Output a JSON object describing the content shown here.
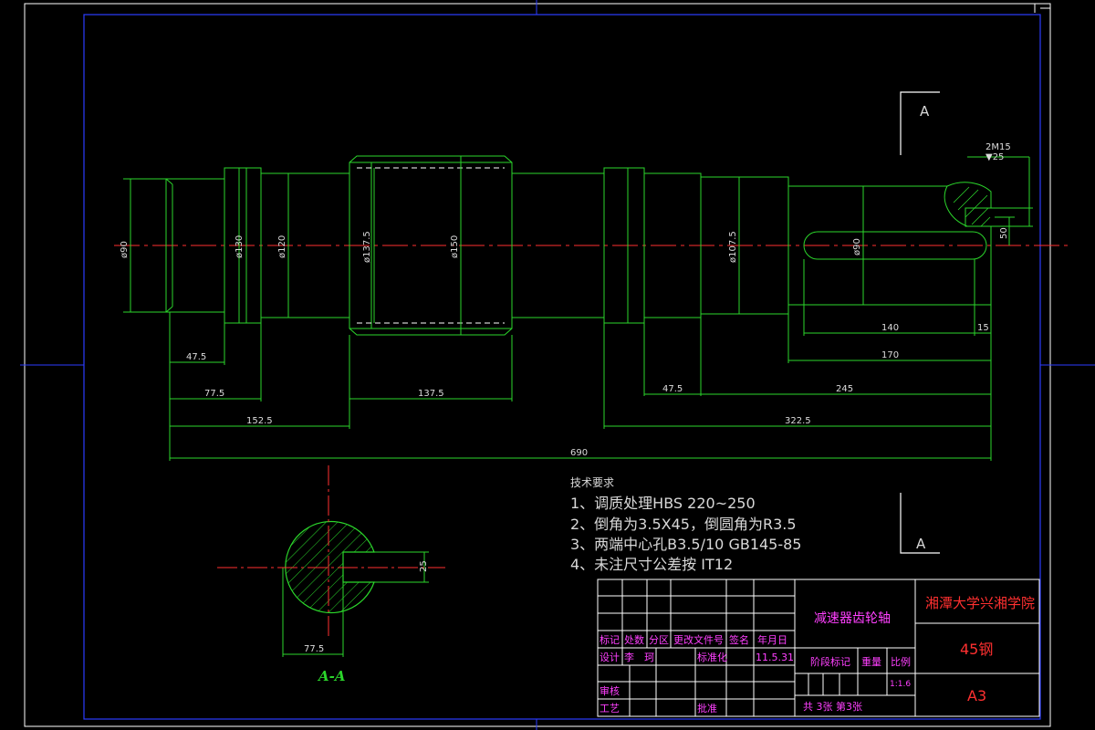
{
  "section_marks": {
    "top": "A",
    "bottom": "A",
    "view_label": "A-A"
  },
  "diameters": {
    "d90_left": "ø90",
    "d130": "ø130",
    "d120": "ø120",
    "d137_5": "ø137.5",
    "d150": "ø150",
    "d107_5": "ø107.5",
    "d90_right": "ø90"
  },
  "key_callout": {
    "line1": "2M15",
    "line2": "▼25",
    "depth": "50"
  },
  "dimensions": {
    "d47_5_left": "47.5",
    "d77_5": "77.5",
    "d152_5": "152.5",
    "d137_5": "137.5",
    "d690": "690",
    "d140": "140",
    "d15": "15",
    "d170": "170",
    "d47_5_right": "47.5",
    "d245": "245",
    "d322_5": "322.5",
    "section_77_5": "77.5",
    "section_25": "25"
  },
  "tech_requirements": {
    "title": "技术要求",
    "items": [
      "1、调质处理HBS 220~250",
      "2、倒角为3.5X45，倒圆角为R3.5",
      "3、两端中心孔B3.5/10 GB145-85",
      "4、未注尺寸公差按 IT12"
    ]
  },
  "title_block": {
    "part_name": "减速器齿轮轴",
    "school": "湘潭大学兴湘学院",
    "material": "45钢",
    "paper_size": "A3",
    "headers": [
      "标记",
      "处数",
      "分区",
      "更改文件号",
      "签名",
      "年月日"
    ],
    "design_label": "设计",
    "designer": "李　珂",
    "standardize_label": "标准化",
    "date": "11.5.31",
    "review_label": "审核",
    "process_label": "工艺",
    "approve_label": "批准",
    "stage_label": "阶段标记",
    "weight_label": "重量",
    "scale_label": "比例",
    "scale_value": "1:1.6",
    "sheets": "共  3张  第3张"
  }
}
